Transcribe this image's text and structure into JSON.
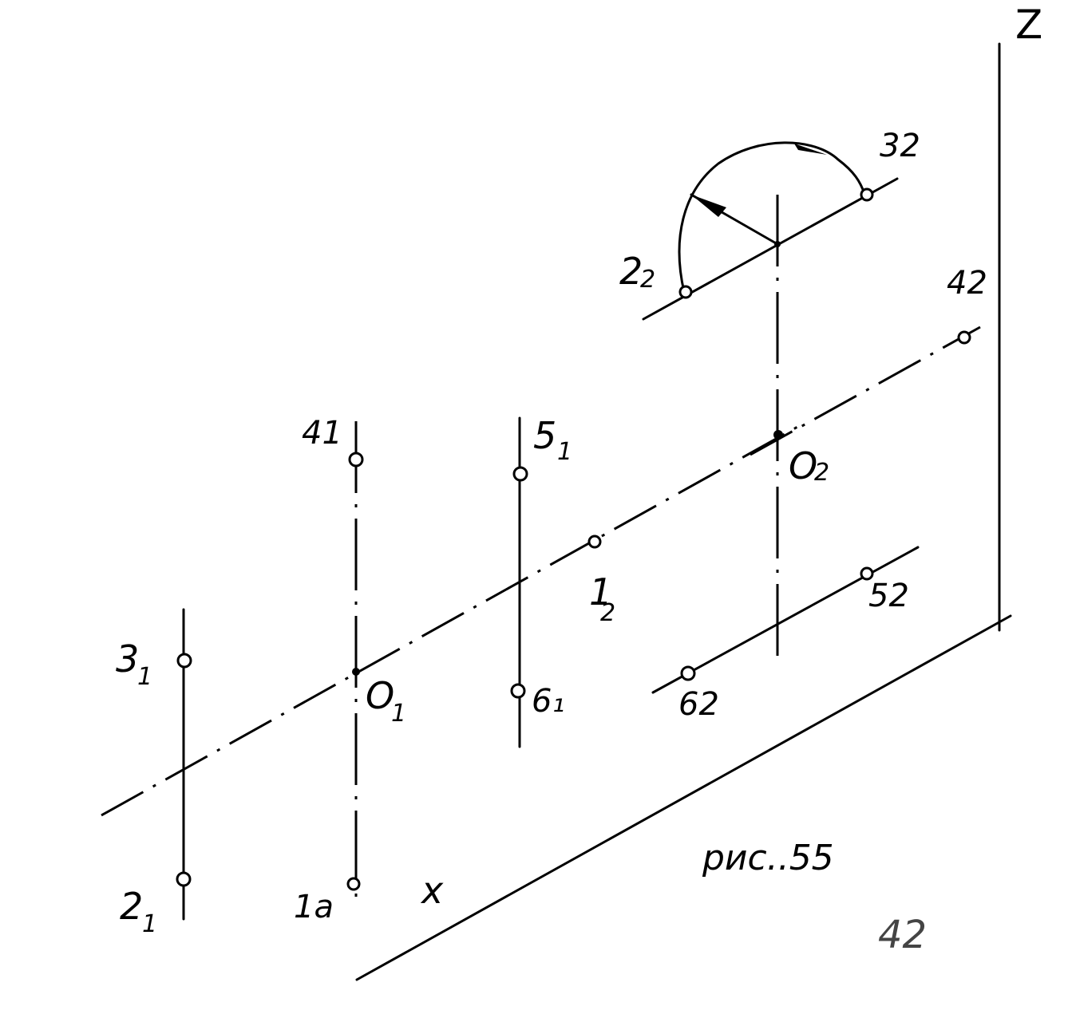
{
  "labels": {
    "z_axis": "Z",
    "x_axis": "x",
    "p3_1": "3",
    "p3_1_sub": "1",
    "p2_1": "2",
    "p2_1_sub": "1",
    "p4_1": "41",
    "p1a": "1a",
    "o1": "O",
    "o1_sub": "1",
    "p5_1": "5",
    "p5_1_sub": "1",
    "p6_1": "6₁",
    "p1_2": "1",
    "p1_2_sub": "2",
    "o2": "O",
    "o2_sub": "2",
    "p2_2": "2",
    "p2_2_sub": "2",
    "p3_2": "32",
    "p4_2": "42",
    "p5_2": "52",
    "p6_2": "62"
  },
  "caption": "рис..55",
  "page_number": "42"
}
